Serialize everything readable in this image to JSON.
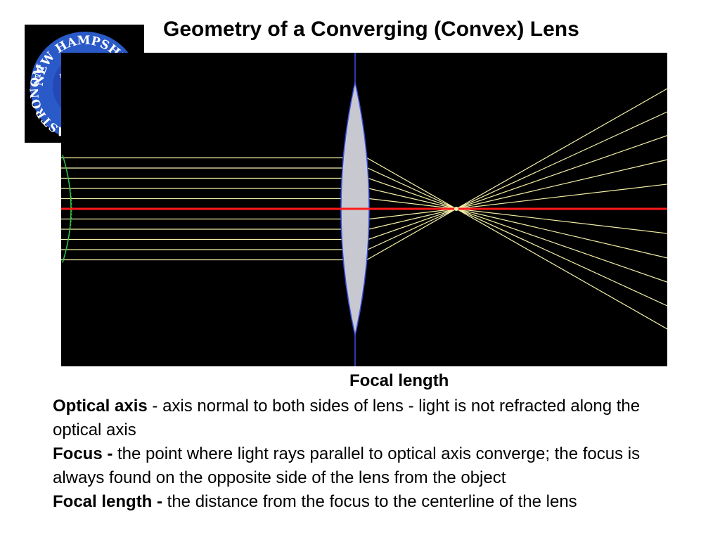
{
  "title": "Geometry of a Converging (Convex) Lens",
  "logo": {
    "text_top": "NEW HAMPSHIRE",
    "text_side": "ASTRONOMICAL",
    "ring_color": "#2a5ac8",
    "inner_color": "#2448b8"
  },
  "diagram": {
    "focal_length_label": "Focal length",
    "colors": {
      "background": "#000000",
      "lens_fill": "#c8c8d0",
      "lens_edge": "#3a50e0",
      "optical_axis": "#ff1a1a",
      "rays": "#f4f0a8",
      "wavefront": "#2ec84a"
    },
    "ray_count": 11
  },
  "definitions": [
    {
      "term": "Optical axis",
      "text": " - axis normal to both sides of lens - light is not refracted along the optical axis"
    },
    {
      "term": "Focus -",
      "text": " the point where light rays parallel to optical axis converge; the focus is always found on the opposite side of the lens from the object"
    },
    {
      "term": "Focal length -",
      "text": " the distance from the focus to the centerline of the lens"
    }
  ]
}
